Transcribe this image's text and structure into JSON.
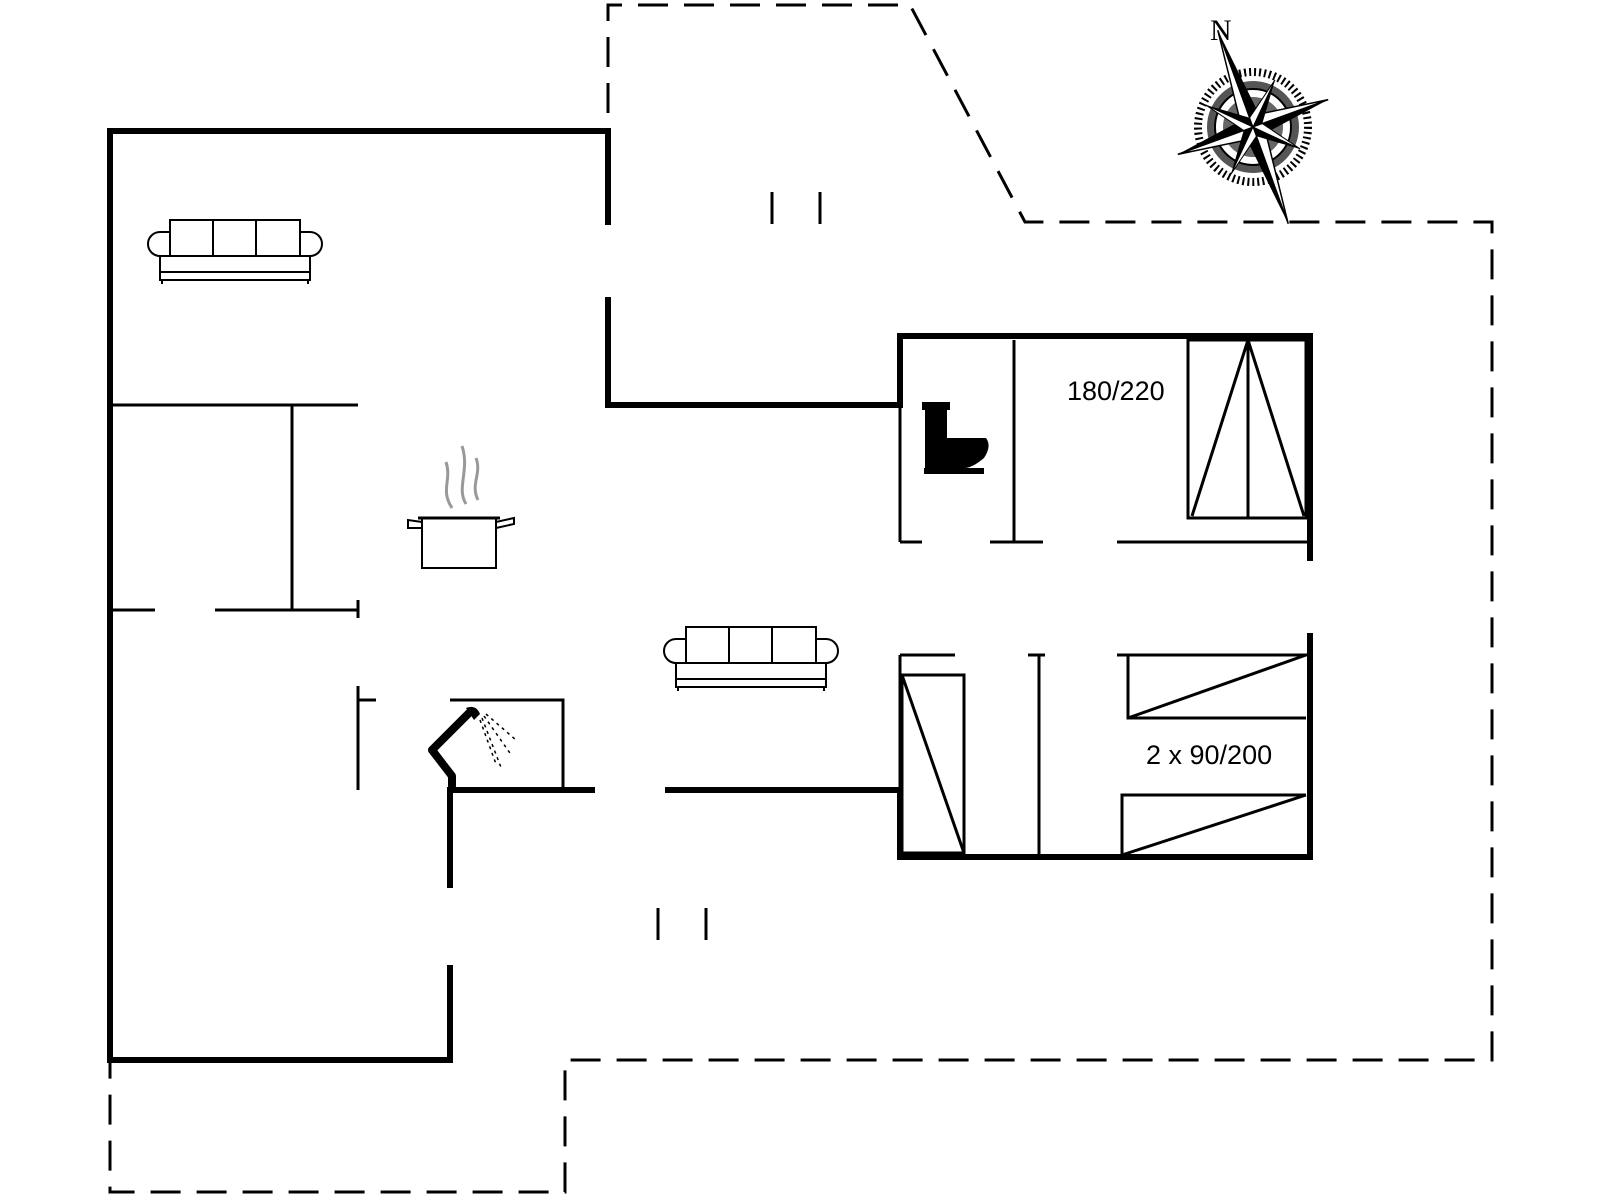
{
  "compass": {
    "north_letter": "N",
    "icon": "compass-rose-icon"
  },
  "rooms": {
    "double_bedroom": {
      "bed_size": "180/220"
    },
    "twin_bedroom": {
      "bed_size": "2 x 90/200"
    }
  },
  "icons": [
    "sofa-icon",
    "cooking-pot-icon",
    "toilet-icon",
    "shower-icon",
    "compass-rose-icon"
  ],
  "colors": {
    "walls": "#000000",
    "background": "#ffffff"
  }
}
